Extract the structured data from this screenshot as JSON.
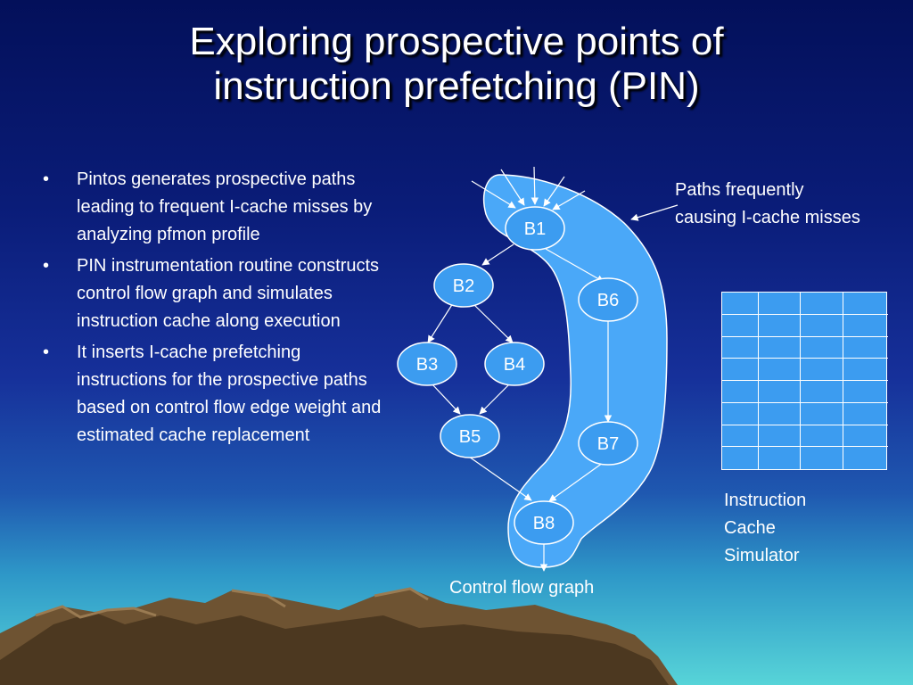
{
  "title": {
    "line1": "Exploring prospective points of",
    "line2": "instruction prefetching (PIN)"
  },
  "bullets": [
    {
      "marker": "•",
      "text": "Pintos generates prospective paths leading to frequent I-cache misses by analyzing pfmon profile"
    },
    {
      "marker": "•",
      "text": "PIN instrumentation routine constructs control flow graph and simulates instruction cache along execution"
    },
    {
      "marker": "•",
      "text": "It inserts I-cache prefetching instructions for the prospective paths based on control flow edge weight and estimated cache replacement"
    }
  ],
  "diagram": {
    "nodes": {
      "b1": "B1",
      "b2": "B2",
      "b3": "B3",
      "b4": "B4",
      "b5": "B5",
      "b6": "B6",
      "b7": "B7",
      "b8": "B8"
    },
    "caption": "Control flow graph",
    "path_label_line1": "Paths frequently",
    "path_label_line2": "causing I-cache misses",
    "node_color": "#3c9cf0",
    "highlight_color": "#4aa8f8"
  },
  "simulator": {
    "line1": "Instruction",
    "line2": "Cache",
    "line3": "Simulator",
    "rows": 8,
    "cols": 4
  }
}
